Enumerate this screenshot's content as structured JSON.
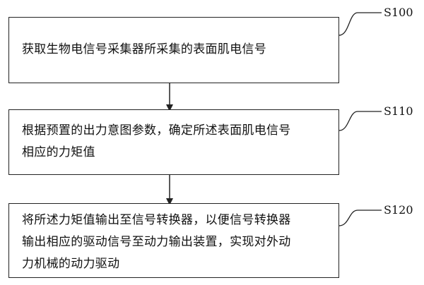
{
  "diagram": {
    "steps": [
      {
        "id": "S100",
        "text": "获取生物电信号采集器所采集的表面肌电信号"
      },
      {
        "id": "S110",
        "text": "根据预置的出力意图参数，确定所述表面肌电信号\n相应的力矩值"
      },
      {
        "id": "S120",
        "text": "将所述力矩值输出至信号转换器，以便信号转换器\n输出相应的驱动信号至动力输出装置，实现对外动\n力机械的动力驱动"
      }
    ],
    "colors": {
      "line": "#222222",
      "text": "#111111",
      "background": "#ffffff"
    }
  }
}
